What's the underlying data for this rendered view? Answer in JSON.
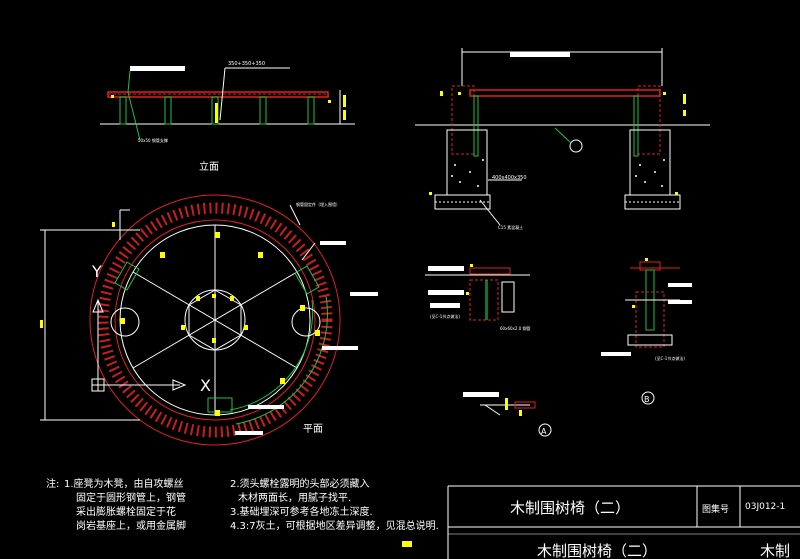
{
  "labels": {
    "elevation": "立面",
    "plan": "平面",
    "axis_y": "Y",
    "axis_x": "X",
    "detail_a": "A",
    "detail_b": "B"
  },
  "notes": {
    "prefix": "注:",
    "left": [
      "1.座凳为木凳，由自攻螺丝",
      "固定于圆形钢管上，钢管",
      "采出膨胀螺栓固定于花",
      "岗岩基座上，或用金属脚"
    ],
    "right": [
      "2.须头螺栓露明的头部必须藏入",
      "木材两面长，用腻子找平.",
      "3.基础埋深可参考各地冻土深度.",
      "4.3:7灰土，可根据地区差异调整，见混总说明."
    ]
  },
  "title_block": {
    "title": "木制围树椅（二）",
    "atlas_label": "图集号",
    "atlas_no": "03J012-1",
    "title_repeat": "木制围树椅（二）",
    "title_partial": "木制"
  },
  "colors": {
    "bg": "#000000",
    "line": "#ffffff",
    "red": "#e02020",
    "green": "#20c040",
    "yellow": "#ffff00",
    "cyan": "#00e0e0"
  }
}
